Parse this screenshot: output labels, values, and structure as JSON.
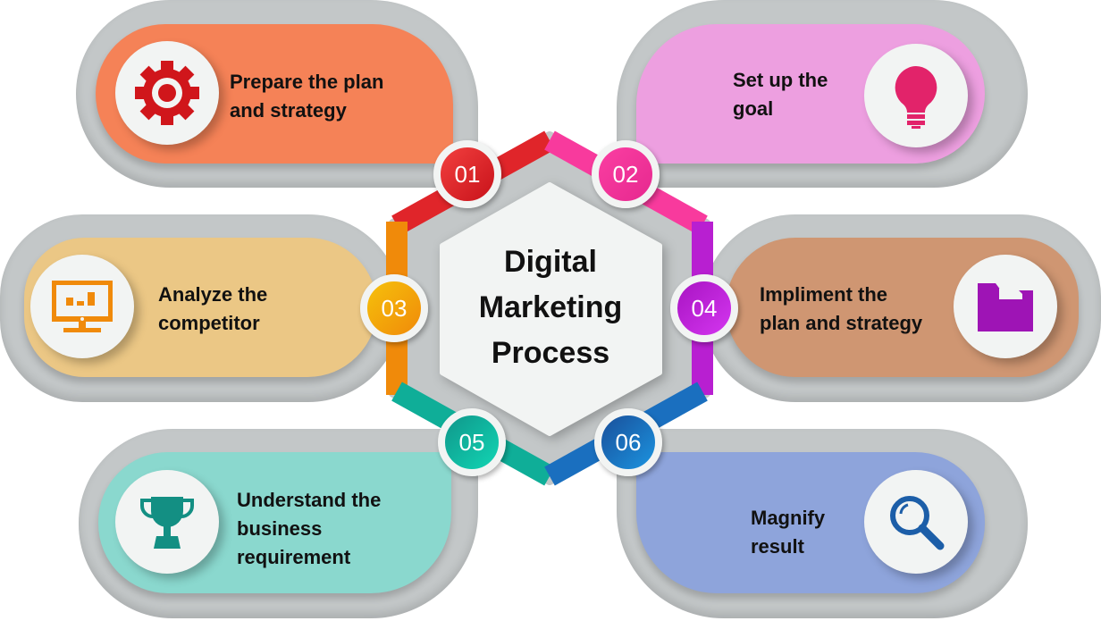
{
  "title": {
    "lines": [
      "Digital",
      "Marketing",
      "Process"
    ]
  },
  "steps": [
    {
      "number": "01",
      "lines": [
        "Prepare the plan",
        "and strategy"
      ],
      "icon": "gear-icon",
      "card_color": "#f58257",
      "number_color": "#e0252a",
      "icon_color": "#d0161b"
    },
    {
      "number": "02",
      "lines": [
        "Set up the",
        "goal"
      ],
      "icon": "lightbulb-icon",
      "card_color": "#ed9fe0",
      "number_color": "#f83a9d",
      "icon_color": "#e2236a"
    },
    {
      "number": "03",
      "lines": [
        "Analyze the",
        "competitor"
      ],
      "icon": "monitor-chart-icon",
      "card_color": "#ebc785",
      "number_color": "#f4a30c",
      "icon_color": "#f08a0a"
    },
    {
      "number": "04",
      "lines": [
        "Impliment the",
        "plan and strategy"
      ],
      "icon": "folder-icon",
      "card_color": "#cf9672",
      "number_color": "#b81fd1",
      "icon_color": "#9e14b5"
    },
    {
      "number": "05",
      "lines": [
        "Understand the",
        "business",
        "requirement"
      ],
      "icon": "trophy-icon",
      "card_color": "#8ad8ce",
      "number_color": "#0fae98",
      "icon_color": "#138f83"
    },
    {
      "number": "06",
      "lines": [
        "Magnify",
        "result"
      ],
      "icon": "magnifier-icon",
      "card_color": "#8ea4db",
      "number_color": "#1a6fbf",
      "icon_color": "#1c5ea8"
    }
  ]
}
